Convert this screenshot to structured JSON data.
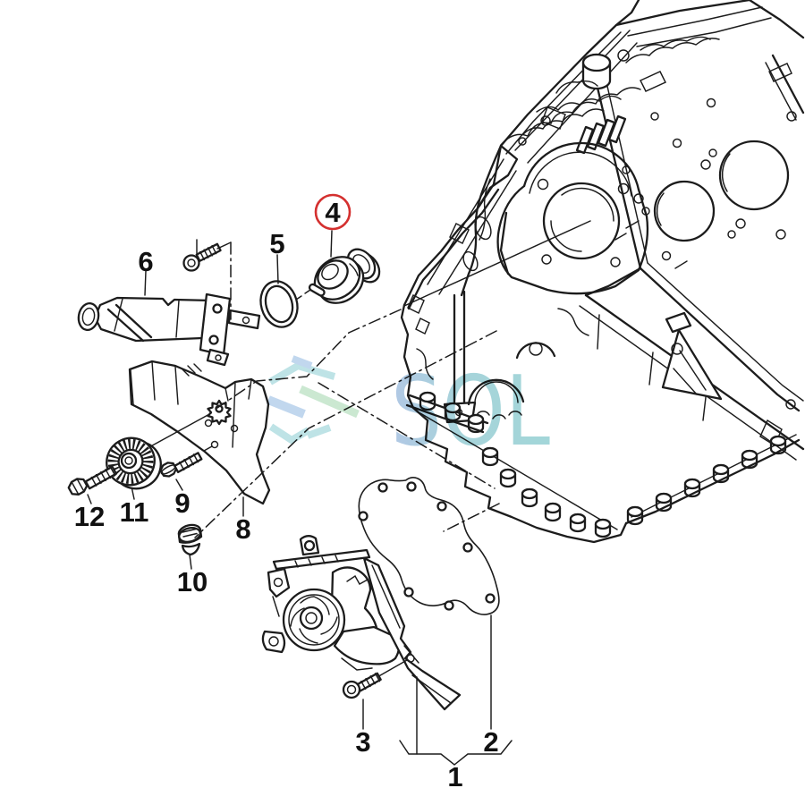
{
  "diagram": {
    "title": "engine-cooling-water-pump-exploded-parts-diagram",
    "background_color": "#ffffff",
    "line_color": "#1c1c1c",
    "highlight_color": "#d4302f",
    "callouts": [
      {
        "label": "1",
        "highlighted": false
      },
      {
        "label": "2",
        "highlighted": false
      },
      {
        "label": "3",
        "highlighted": false
      },
      {
        "label": "4",
        "highlighted": true
      },
      {
        "label": "5",
        "highlighted": false
      },
      {
        "label": "6",
        "highlighted": false
      },
      {
        "label": "8",
        "highlighted": false
      },
      {
        "label": "9",
        "highlighted": false
      },
      {
        "label": "10",
        "highlighted": false
      },
      {
        "label": "11",
        "highlighted": false
      },
      {
        "label": "12",
        "highlighted": false
      }
    ],
    "watermark": {
      "text": "SOL",
      "text_color_start": "#93b2db",
      "text_color_end": "#7fc6ca",
      "chevron_blue": "#a9c7e8",
      "chevron_teal": "#a5d8dc",
      "chevron_green": "#b7e0c0"
    }
  }
}
